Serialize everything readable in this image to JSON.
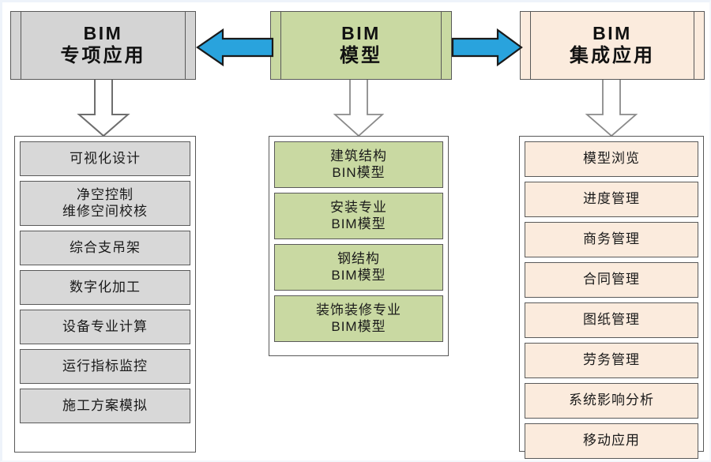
{
  "diagram": {
    "title_not_shown": "",
    "colors": {
      "gray_fill": "#d4d4d4",
      "gray_cell": "#d8d8d8",
      "green_fill": "#c9d9a2",
      "peach_fill": "#fbebdd",
      "arrow_blue": "#29a3dd",
      "arrow_blue_dark": "#1f9ad8",
      "outline": "#595959",
      "down_arrow_fill": "#ffffff",
      "down_arrow_stroke": "#6e6e6e"
    },
    "columns": [
      {
        "id": "special-application",
        "header": {
          "line1": "BIM",
          "line2": "专项应用"
        },
        "items": [
          {
            "lines": [
              "可视化设计"
            ]
          },
          {
            "lines": [
              "净空控制",
              "维修空间校核"
            ],
            "tall": true
          },
          {
            "lines": [
              "综合支吊架"
            ]
          },
          {
            "lines": [
              "数字化加工"
            ]
          },
          {
            "lines": [
              "设备专业计算"
            ]
          },
          {
            "lines": [
              "运行指标监控"
            ]
          },
          {
            "lines": [
              "施工方案模拟"
            ]
          }
        ]
      },
      {
        "id": "bim-model",
        "header": {
          "line1": "BIM",
          "line2": "模型"
        },
        "items": [
          {
            "lines": [
              "建筑结构",
              "BIN模型"
            ]
          },
          {
            "lines": [
              "安装专业",
              "BIM模型"
            ]
          },
          {
            "lines": [
              "钢结构",
              "BIM模型"
            ]
          },
          {
            "lines": [
              "装饰装修专业",
              "BIM模型"
            ]
          }
        ]
      },
      {
        "id": "integrated-application",
        "header": {
          "line1": "BIM",
          "line2": "集成应用"
        },
        "items": [
          {
            "lines": [
              "模型浏览"
            ]
          },
          {
            "lines": [
              "进度管理"
            ]
          },
          {
            "lines": [
              "商务管理"
            ]
          },
          {
            "lines": [
              "合同管理"
            ]
          },
          {
            "lines": [
              "图纸管理"
            ]
          },
          {
            "lines": [
              "劳务管理"
            ]
          },
          {
            "lines": [
              "系统影响分析"
            ]
          },
          {
            "lines": [
              "移动应用"
            ]
          }
        ]
      }
    ],
    "connectors": [
      {
        "name": "arrow-model-to-special",
        "direction": "left",
        "from": "bim-model",
        "to": "special-application"
      },
      {
        "name": "arrow-model-to-integrated",
        "direction": "right",
        "from": "bim-model",
        "to": "integrated-application"
      },
      {
        "name": "arrow-special-down",
        "direction": "down",
        "from": "special-application"
      },
      {
        "name": "arrow-model-down",
        "direction": "down",
        "from": "bim-model"
      },
      {
        "name": "arrow-integrated-down",
        "direction": "down",
        "from": "integrated-application"
      }
    ]
  }
}
